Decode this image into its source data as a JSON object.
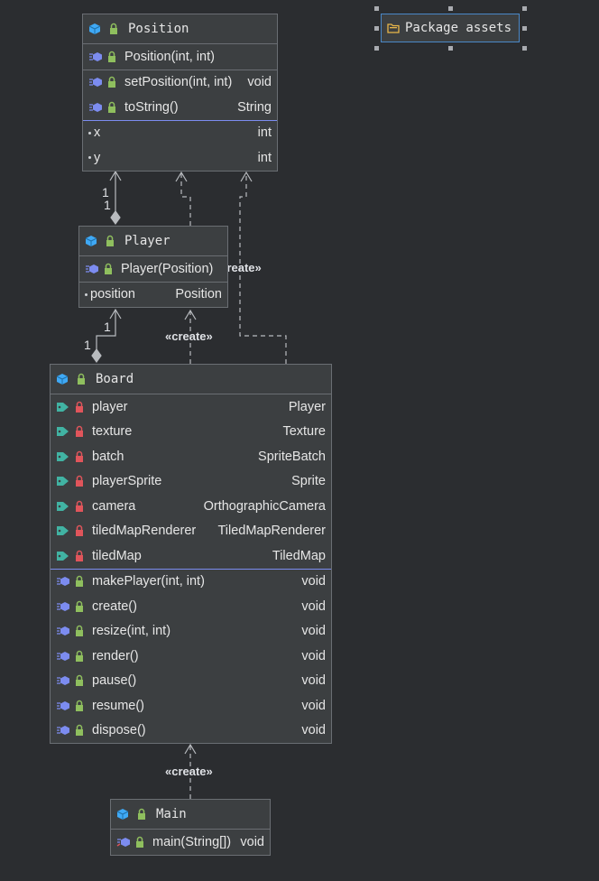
{
  "package": {
    "label": "Package assets"
  },
  "classes": {
    "position": {
      "name": "Position",
      "constructors": [
        {
          "sig": "Position(int, int)",
          "type": ""
        }
      ],
      "methods": [
        {
          "sig": "setPosition(int, int)",
          "type": "void"
        },
        {
          "sig": "toString()",
          "type": "String"
        }
      ],
      "fields": [
        {
          "name": "x",
          "type": "int"
        },
        {
          "name": "y",
          "type": "int"
        }
      ]
    },
    "player": {
      "name": "Player",
      "constructors": [
        {
          "sig": "Player(Position)",
          "type": ""
        }
      ],
      "fields": [
        {
          "name": "position",
          "type": "Position"
        }
      ]
    },
    "board": {
      "name": "Board",
      "fields": [
        {
          "name": "player",
          "type": "Player"
        },
        {
          "name": "texture",
          "type": "Texture"
        },
        {
          "name": "batch",
          "type": "SpriteBatch"
        },
        {
          "name": "playerSprite",
          "type": "Sprite"
        },
        {
          "name": "camera",
          "type": "OrthographicCamera"
        },
        {
          "name": "tiledMapRenderer",
          "type": "TiledMapRenderer"
        },
        {
          "name": "tiledMap",
          "type": "TiledMap"
        }
      ],
      "methods": [
        {
          "sig": "makePlayer(int, int)",
          "type": "void"
        },
        {
          "sig": "create()",
          "type": "void"
        },
        {
          "sig": "resize(int, int)",
          "type": "void"
        },
        {
          "sig": "render()",
          "type": "void"
        },
        {
          "sig": "pause()",
          "type": "void"
        },
        {
          "sig": "resume()",
          "type": "void"
        },
        {
          "sig": "dispose()",
          "type": "void"
        }
      ]
    },
    "main": {
      "name": "Main",
      "methods": [
        {
          "sig": "main(String[])",
          "type": "void"
        }
      ]
    }
  },
  "labels": {
    "create": "«create»",
    "mult_one": "1"
  },
  "colors": {
    "background": "#2b2d30",
    "box": "#3c3f41",
    "border": "#6a6e73",
    "class_icon": "#3fa9f5",
    "public_lock": "#8fbf5e",
    "private_lock": "#e0555b",
    "field_tag": "#41b3a3",
    "selection": "#4a88c7"
  }
}
